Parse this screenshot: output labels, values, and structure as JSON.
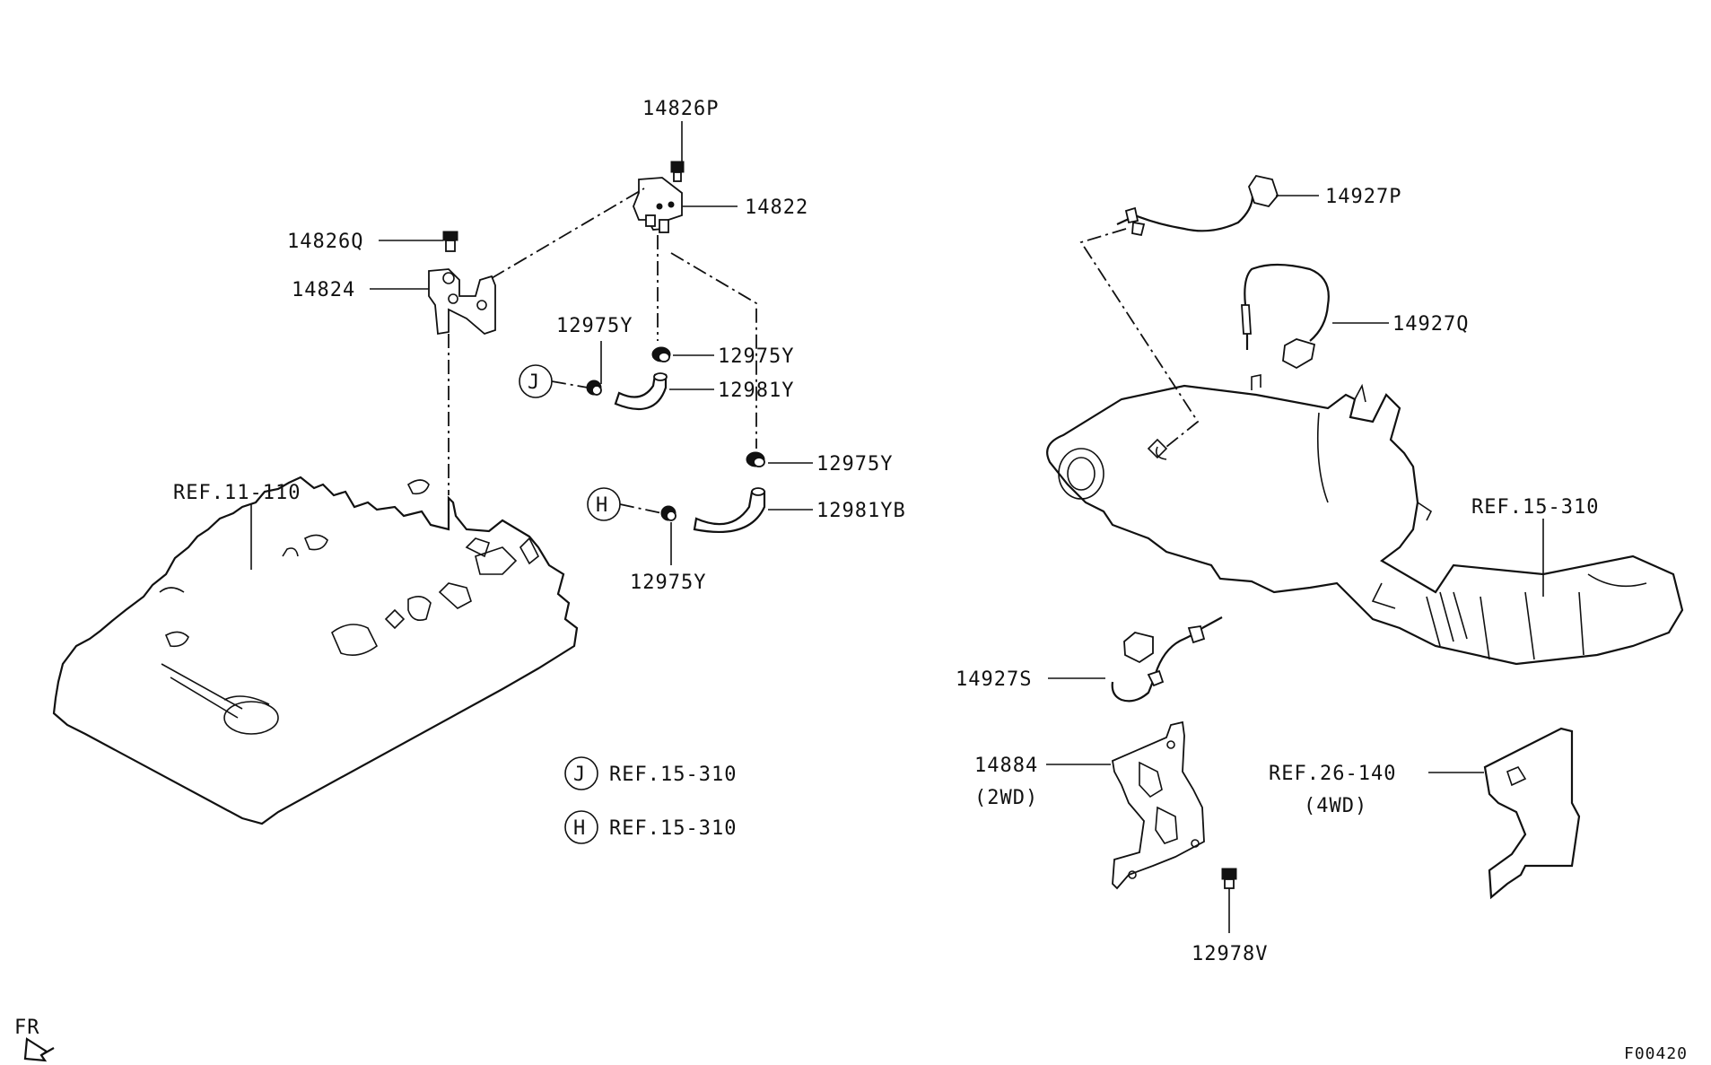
{
  "labels": {
    "p14826p": "14826P",
    "p14822": "14822",
    "p14826q": "14826Q",
    "p14824": "14824",
    "p12975y_a": "12975Y",
    "p12975y_b": "12975Y",
    "p12981y": "12981Y",
    "p12975y_c": "12975Y",
    "p12981yb": "12981YB",
    "p12975y_d": "12975Y",
    "ref11_110": "REF.11-110",
    "p14927p": "14927P",
    "p14927q": "14927Q",
    "ref15_310_main": "REF.15-310",
    "p14927s": "14927S",
    "p14884": "14884",
    "p14884_note": "(2WD)",
    "ref26_140": "REF.26-140",
    "ref26_140_note": "(4WD)",
    "p12978v": "12978V",
    "ref_j": "REF.15-310",
    "ref_h": "REF.15-310",
    "fr": "FR",
    "figure_code": "F00420"
  },
  "callouts": {
    "j_letter": "J",
    "h_letter": "H",
    "legend_j": "J",
    "legend_h": "H"
  }
}
